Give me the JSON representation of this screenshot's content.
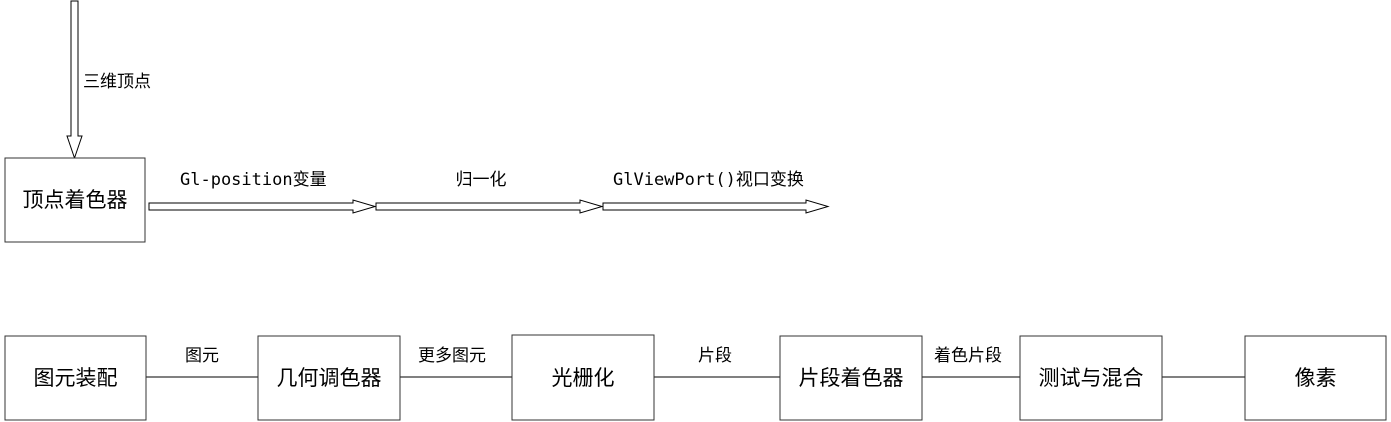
{
  "top": {
    "input_label": "三维顶点",
    "vertex_shader": "顶点着色器",
    "arrow1_label": "Gl-position变量",
    "arrow2_label": "归一化",
    "arrow3_label": "GlViewPort()视口变换"
  },
  "pipeline": {
    "nodes": [
      "图元装配",
      "几何调色器",
      "光栅化",
      "片段着色器",
      "测试与混合",
      "像素"
    ],
    "edges": [
      "图元",
      "更多图元",
      "片段",
      "着色片段",
      ""
    ]
  }
}
